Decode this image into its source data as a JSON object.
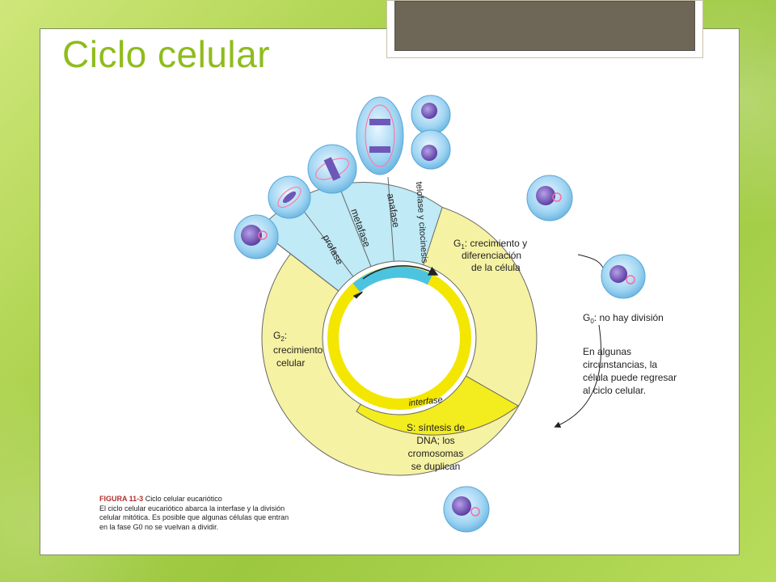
{
  "slide": {
    "title": "Ciclo celular"
  },
  "diagram": {
    "phases_mitosis": [
      "profase",
      "metafase",
      "anafase",
      "telofase y citocinesis"
    ],
    "g1_label_prefix": "G",
    "g1_label_sub": "1",
    "g1_text_line1": ": crecimiento y",
    "g1_text_line2": "diferenciación",
    "g1_text_line3": "de la célula",
    "g2_label_prefix": "G",
    "g2_label_sub": "2",
    "g2_text_line1": ":",
    "g2_text_line2": "crecimiento",
    "g2_text_line3": "celular",
    "s_text_line1": "S: síntesis de",
    "s_text_line2": "DNA; los",
    "s_text_line3": "cromosomas",
    "s_text_line4": "se duplican",
    "interfase_label": "interfase",
    "g0_label_prefix": "G",
    "g0_label_sub": "0",
    "g0_text": ": no hay división",
    "note_line1": "En algunas",
    "note_line2": "circunstancias, la",
    "note_line3": "célula puede regresar",
    "note_line4": "al ciclo celular.",
    "colors": {
      "ring_yellow": "#f6f2a3",
      "s_yellow": "#f3ec1f",
      "mitosis_cyan": "#bfeaf6",
      "inner_band": "#f3e600",
      "title_green": "#8fbc1c"
    }
  },
  "caption": {
    "title": "FIGURA 11-3",
    "title_rest": " Ciclo celular eucariótico",
    "line1": "El ciclo celular eucariótico abarca la interfase y la división",
    "line2": "celular mitótica. Es posible que algunas células que entran",
    "line3": "en la fase G0 no se vuelvan a dividir."
  }
}
